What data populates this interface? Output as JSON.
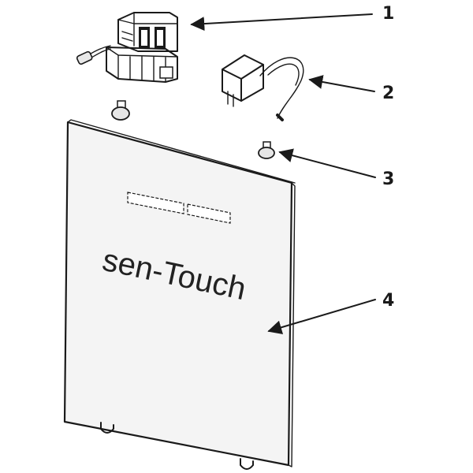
{
  "diagram": {
    "panel_label": "sen-Touch",
    "callouts": [
      {
        "number": "1"
      },
      {
        "number": "2"
      },
      {
        "number": "3"
      },
      {
        "number": "4"
      }
    ]
  },
  "colors": {
    "line": "#1a1a1a",
    "background": "#ffffff"
  }
}
